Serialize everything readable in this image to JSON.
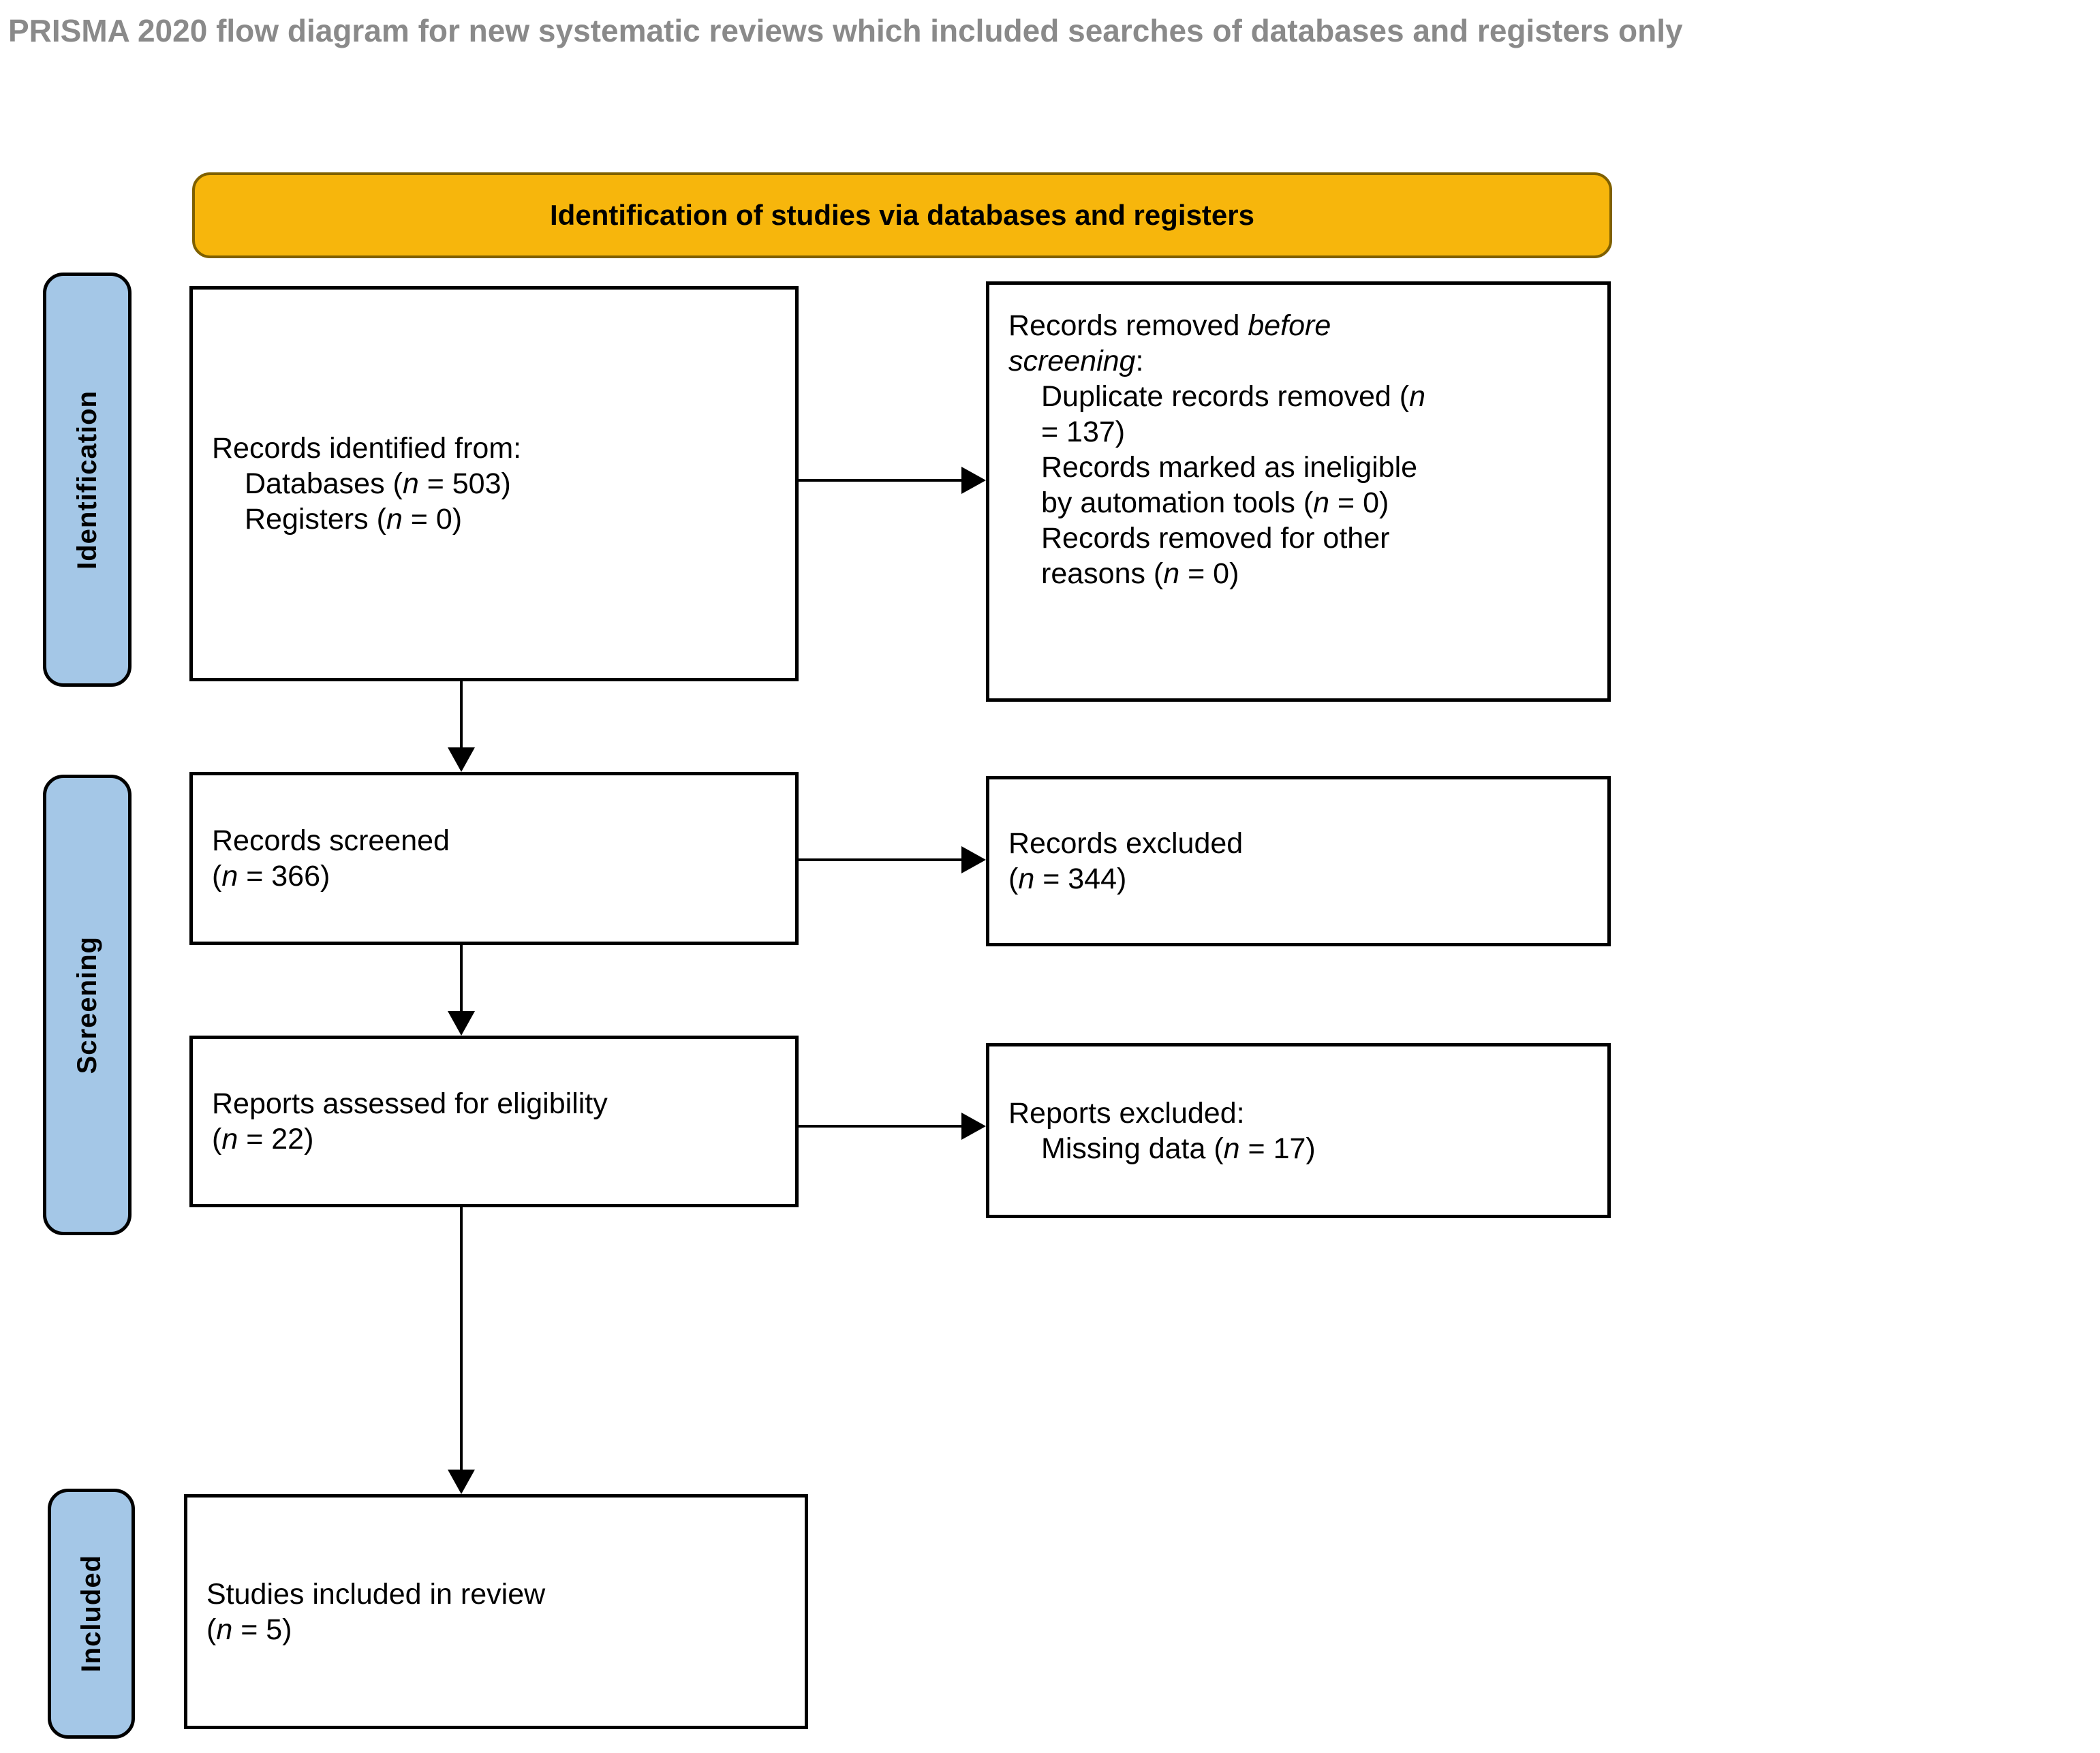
{
  "title": "PRISMA 2020 flow diagram for new systematic reviews which included searches of databases and registers only",
  "banner": {
    "label": "Identification of studies via databases and registers"
  },
  "stages": [
    {
      "label": "Identification"
    },
    {
      "label": "Screening"
    },
    {
      "label": "Included"
    }
  ],
  "boxes": {
    "identified": {
      "lines": [
        {
          "indent": 0,
          "segs": [
            [
              "Records identified from:",
              0
            ]
          ]
        },
        {
          "indent": 1,
          "segs": [
            [
              "Databases (",
              0
            ],
            [
              "n",
              1
            ],
            [
              " = 503)",
              0
            ]
          ]
        },
        {
          "indent": 1,
          "segs": [
            [
              "Registers (",
              0
            ],
            [
              "n",
              1
            ],
            [
              " = 0)",
              0
            ]
          ]
        }
      ]
    },
    "removed": {
      "lines": [
        {
          "indent": 0,
          "segs": [
            [
              "Records removed ",
              0
            ],
            [
              "before",
              1
            ]
          ]
        },
        {
          "indent": 0,
          "segs": [
            [
              "screening",
              1
            ],
            [
              ":",
              0
            ]
          ]
        },
        {
          "indent": 1,
          "segs": [
            [
              "Duplicate records removed (",
              0
            ],
            [
              "n",
              1
            ]
          ]
        },
        {
          "indent": 1,
          "segs": [
            [
              "= 137)",
              0
            ]
          ]
        },
        {
          "indent": 1,
          "segs": [
            [
              "Records marked as ineligible",
              0
            ]
          ]
        },
        {
          "indent": 1,
          "segs": [
            [
              "by automation tools (",
              0
            ],
            [
              "n",
              1
            ],
            [
              " = 0)",
              0
            ]
          ]
        },
        {
          "indent": 1,
          "segs": [
            [
              "Records removed for other",
              0
            ]
          ]
        },
        {
          "indent": 1,
          "segs": [
            [
              "reasons (",
              0
            ],
            [
              "n",
              1
            ],
            [
              " = 0)",
              0
            ]
          ]
        }
      ]
    },
    "screened": {
      "lines": [
        {
          "indent": 0,
          "segs": [
            [
              "Records screened",
              0
            ]
          ]
        },
        {
          "indent": 0,
          "segs": [
            [
              "(",
              0
            ],
            [
              "n",
              1
            ],
            [
              " = 366)",
              0
            ]
          ]
        }
      ]
    },
    "excluded": {
      "lines": [
        {
          "indent": 0,
          "segs": [
            [
              "Records excluded",
              0
            ]
          ]
        },
        {
          "indent": 0,
          "segs": [
            [
              "(",
              0
            ],
            [
              "n",
              1
            ],
            [
              " = 344)",
              0
            ]
          ]
        }
      ]
    },
    "assessed": {
      "lines": [
        {
          "indent": 0,
          "segs": [
            [
              "Reports assessed for eligibility",
              0
            ]
          ]
        },
        {
          "indent": 0,
          "segs": [
            [
              "(",
              0
            ],
            [
              "n",
              1
            ],
            [
              " = 22)",
              0
            ]
          ]
        }
      ]
    },
    "reports_excluded": {
      "lines": [
        {
          "indent": 0,
          "segs": [
            [
              "Reports excluded:",
              0
            ]
          ]
        },
        {
          "indent": 1,
          "segs": [
            [
              "Missing data (",
              0
            ],
            [
              "n",
              1
            ],
            [
              " = 17)",
              0
            ]
          ]
        }
      ]
    },
    "included_studies": {
      "lines": [
        {
          "indent": 0,
          "segs": [
            [
              "Studies included in review",
              0
            ]
          ]
        },
        {
          "indent": 0,
          "segs": [
            [
              "(",
              0
            ],
            [
              "n",
              1
            ],
            [
              " = 5)",
              0
            ]
          ]
        }
      ]
    }
  },
  "colors": {
    "banner_fill": "#F7B60C",
    "banner_border": "#7F6000",
    "stage_fill": "#A4C7E7",
    "box_border": "#000000",
    "title_text": "#8A8A8A",
    "arrow": "#000000"
  }
}
